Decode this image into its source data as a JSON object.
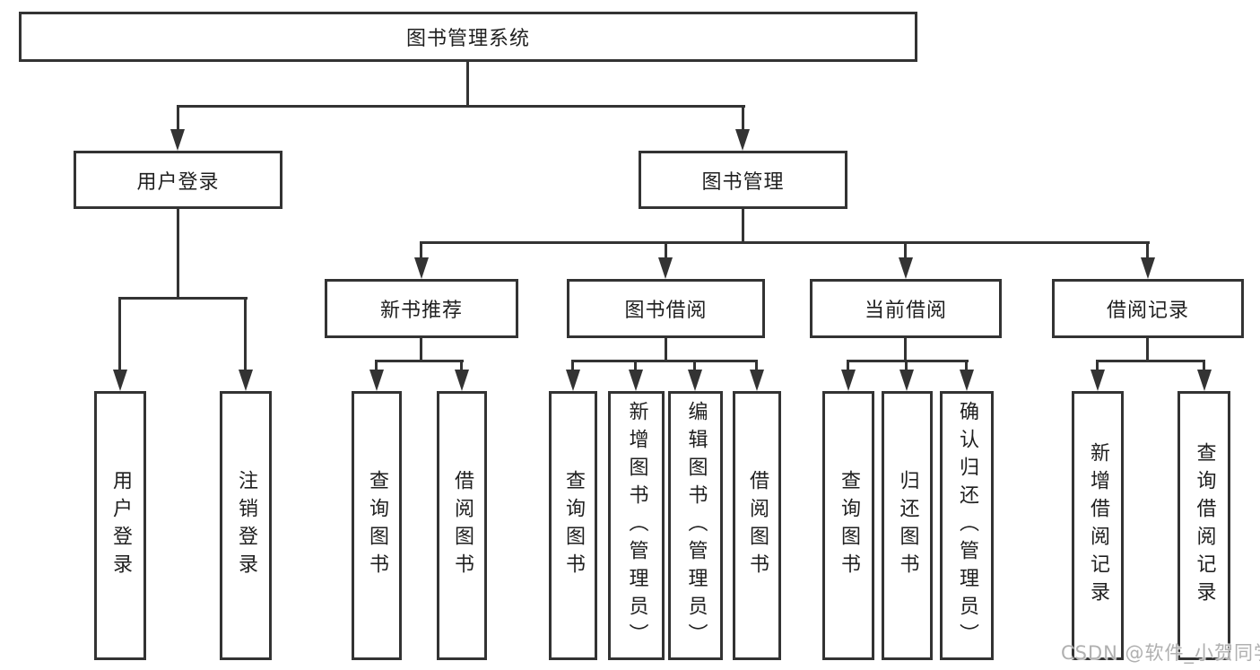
{
  "colors": {
    "line": "#333333",
    "text": "#1f1f1f",
    "background": "#ffffff",
    "watermark": "#b0b0b0"
  },
  "watermark": {
    "text": "CSDN @软件_小贺同学"
  },
  "tree": {
    "label": "图书管理系统",
    "children": [
      {
        "label": "用户登录",
        "children": [
          {
            "label": "用户登录"
          },
          {
            "label": "注销登录"
          }
        ]
      },
      {
        "label": "图书管理",
        "children": [
          {
            "label": "新书推荐",
            "children": [
              {
                "label": "查询图书"
              },
              {
                "label": "借阅图书"
              }
            ]
          },
          {
            "label": "图书借阅",
            "children": [
              {
                "label": "查询图书"
              },
              {
                "label": "新增图书（管理员）"
              },
              {
                "label": "编辑图书（管理员）"
              },
              {
                "label": "借阅图书"
              }
            ]
          },
          {
            "label": "当前借阅",
            "children": [
              {
                "label": "查询图书"
              },
              {
                "label": "归还图书"
              },
              {
                "label": "确认归还（管理员）"
              }
            ]
          },
          {
            "label": "借阅记录",
            "children": [
              {
                "label": "新增借阅记录"
              },
              {
                "label": "查询借阅记录"
              }
            ]
          }
        ]
      }
    ]
  }
}
